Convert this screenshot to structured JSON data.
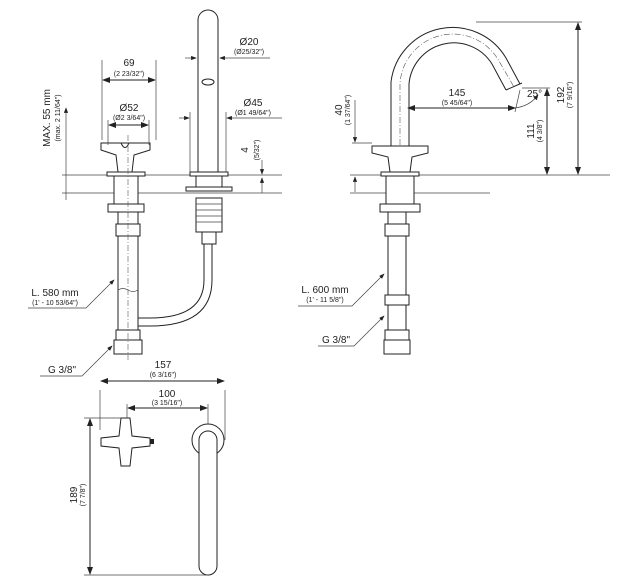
{
  "dims": {
    "d69": {
      "value": "69",
      "inch": "(2 23/32\")"
    },
    "d52": {
      "value": "Ø52",
      "inch": "(Ø2 3/64\")"
    },
    "d20": {
      "value": "Ø20",
      "inch": "(Ø25/32\")"
    },
    "d45": {
      "value": "Ø45",
      "inch": "(Ø1 49/64\")"
    },
    "d4": {
      "value": "4",
      "inch": "(5/32\")"
    },
    "max55": {
      "value": "MAX. 55 mm",
      "inch": "(max. 2 11/64\")"
    },
    "hose_left": {
      "value": "L. 580 mm",
      "inch": "(1' - 10 53/64\")"
    },
    "g_left": {
      "value": "G 3/8\""
    },
    "d145": {
      "value": "145",
      "inch": "(5 45/64\")"
    },
    "angle": {
      "value": "25°"
    },
    "d40": {
      "value": "40",
      "inch": "(1 37/64\")"
    },
    "d111": {
      "value": "111",
      "inch": "(4 3/8\")"
    },
    "d192": {
      "value": "192",
      "inch": "(7 9/16\")"
    },
    "hose_right": {
      "value": "L. 600 mm",
      "inch": "(1' - 11 5/8\")"
    },
    "g_right": {
      "value": "G 3/8\""
    },
    "d157": {
      "value": "157",
      "inch": "(6 3/16\")"
    },
    "d100": {
      "value": "100",
      "inch": "(3 15/16\")"
    },
    "d189": {
      "value": "189",
      "inch": "(7 7/8\")"
    }
  }
}
